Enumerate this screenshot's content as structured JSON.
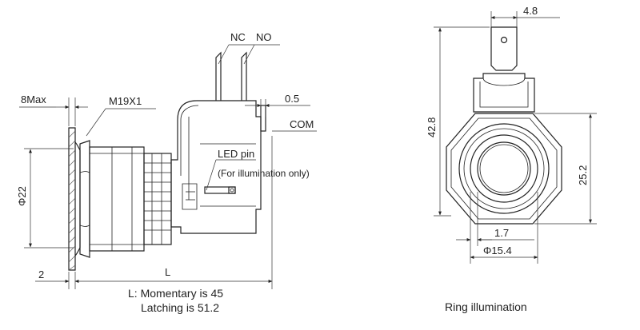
{
  "side_view": {
    "label_8max": "8Max",
    "label_thread": "M19X1",
    "label_nc": "NC",
    "label_no": "NO",
    "label_gap": "0.5",
    "label_com": "COM",
    "label_led": "LED pin",
    "label_led_note": "(For illumination only)",
    "label_diameter": "Φ22",
    "label_2": "2",
    "label_L": "L",
    "note_line1": "L: Momentary is 45",
    "note_line2": "Latching is 51.2"
  },
  "front_view": {
    "label_width": "4.8",
    "label_height": "42.8",
    "label_hex": "25.2",
    "label_ring": "1.7",
    "label_face": "Φ15.4",
    "caption": "Ring illumination"
  }
}
